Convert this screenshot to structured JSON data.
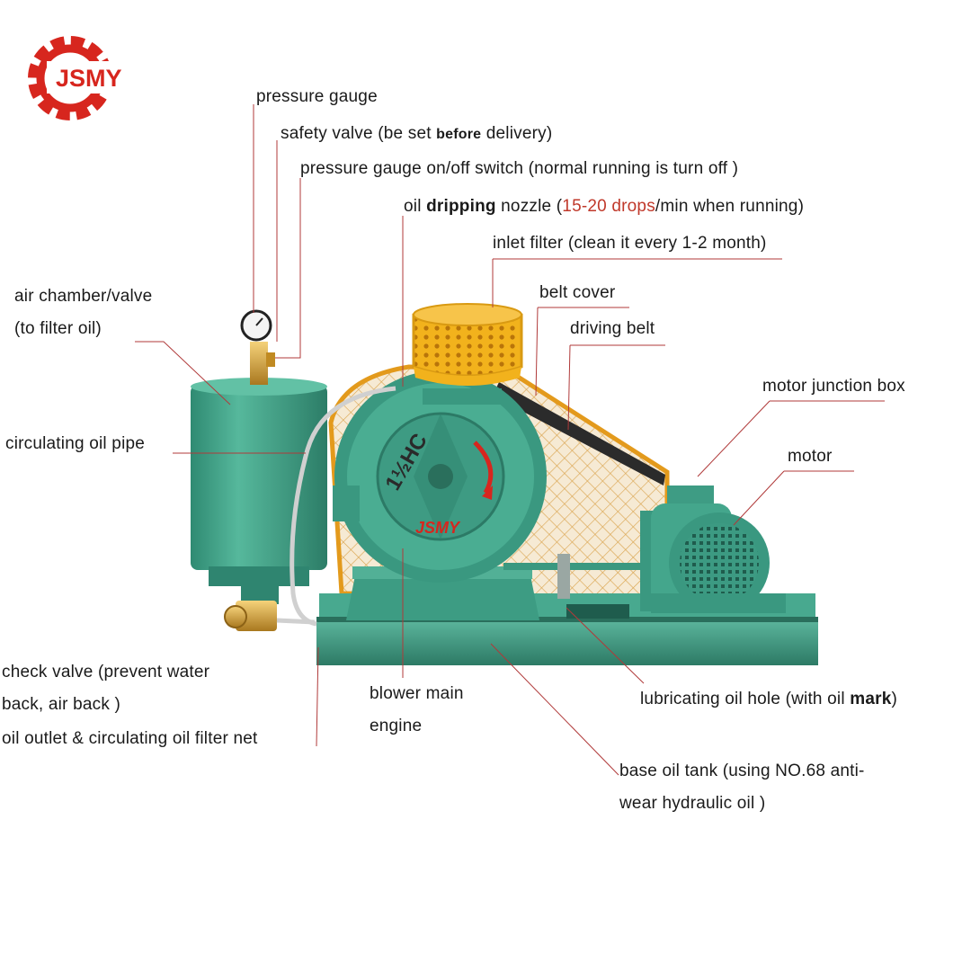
{
  "brand": {
    "logo_text": "JSMY",
    "logo_color": "#d7261e"
  },
  "machine": {
    "model_text": "1½HC",
    "casing_text": "JSMY",
    "body_color": "#3f9f86",
    "filter_color": "#f2b21c",
    "mesh_color": "#e79d1f"
  },
  "labels": {
    "pressure_gauge": "pressure gauge",
    "safety_valve_a": "safety valve (be set ",
    "safety_valve_b": "before",
    "safety_valve_c": " delivery)",
    "gauge_switch": "pressure gauge on/off switch (normal running is turn off )",
    "oil_drip_a": "oil ",
    "oil_drip_b": "dripping",
    "oil_drip_c": " nozzle (",
    "oil_drip_d": "15-20 drops",
    "oil_drip_e": "/min when running)",
    "inlet_filter": "inlet filter (clean it every 1-2 month)",
    "belt_cover": "belt cover",
    "driving_belt": "driving belt",
    "air_chamber_1": "air chamber/valve",
    "air_chamber_2": "(to filter oil)",
    "motor_junction": "motor junction box",
    "motor": "motor",
    "circulating_pipe": "circulating oil pipe",
    "check_valve_1": "check valve (prevent water",
    "check_valve_2": "back, air back )",
    "oil_outlet": "oil outlet & circulating oil filter net",
    "blower_1": "blower main",
    "blower_2": "engine",
    "lube_hole_a": "lubricating oil hole (with oil ",
    "lube_hole_b": "mark",
    "lube_hole_c": ")",
    "base_tank_1": "base oil tank (using NO.68 anti-",
    "base_tank_2": "wear hydraulic oil )"
  }
}
